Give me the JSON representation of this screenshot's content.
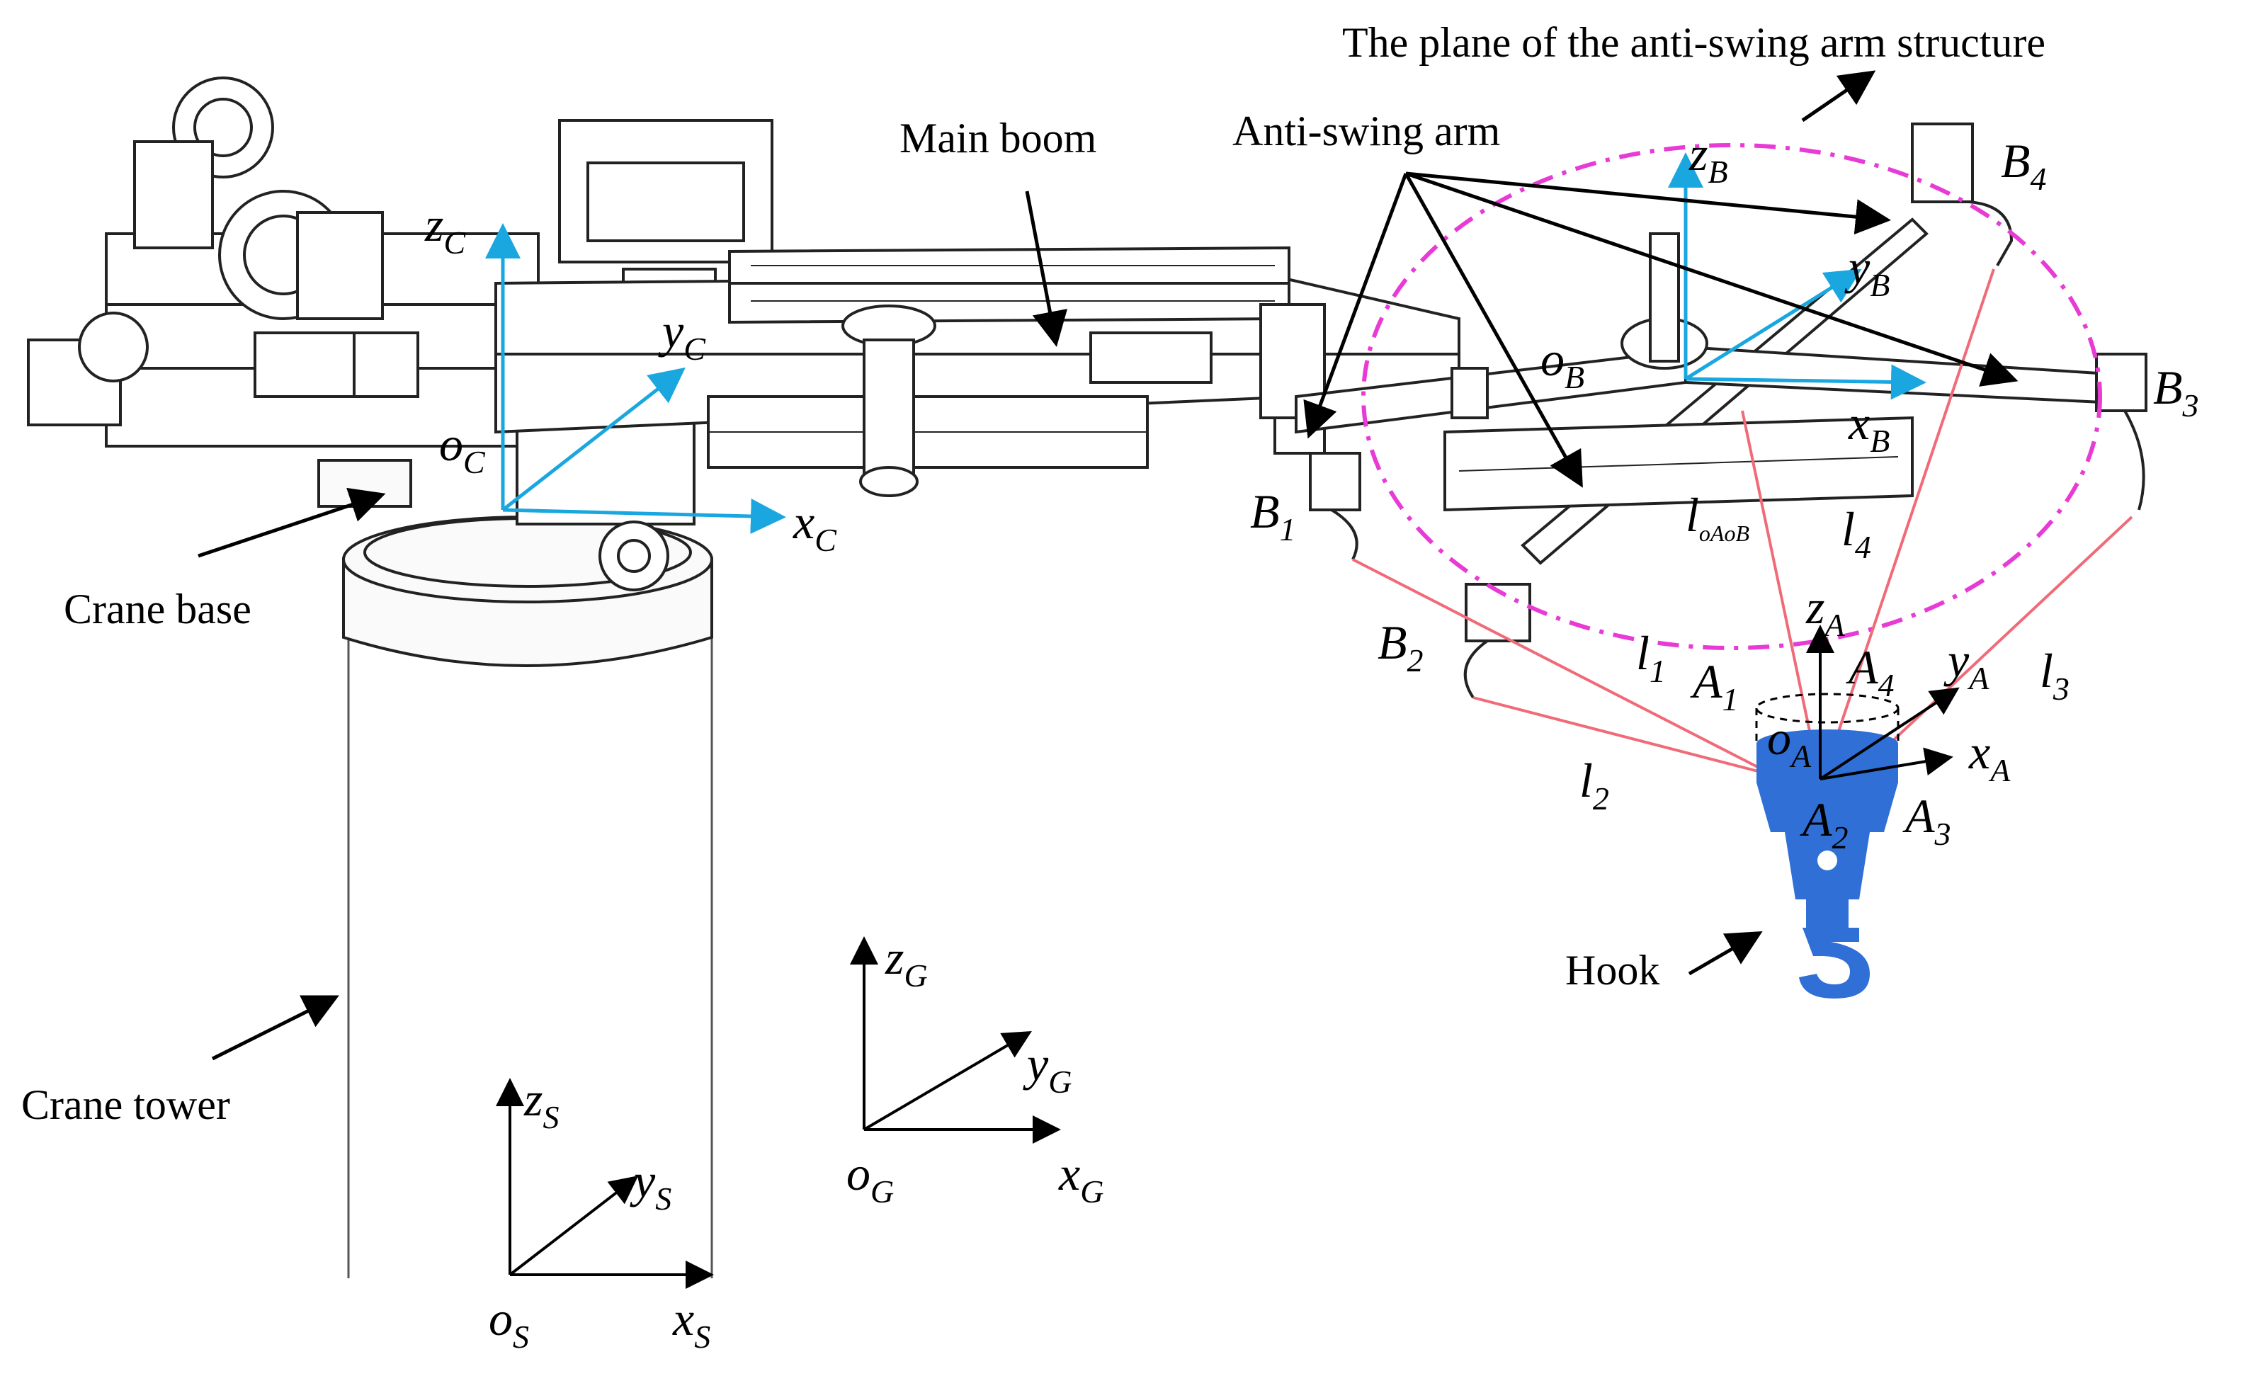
{
  "labels": {
    "plane": "The plane of the anti-swing arm structure",
    "main_boom": "Main boom",
    "anti_swing_arm": "Anti-swing arm",
    "crane_base": "Crane base",
    "crane_tower": "Crane tower",
    "hook": "Hook"
  },
  "frames": {
    "C": {
      "x": "x",
      "y": "y",
      "z": "z",
      "o": "o",
      "sub": "C"
    },
    "B": {
      "x": "x",
      "y": "y",
      "z": "z",
      "o": "o",
      "sub": "B"
    },
    "A": {
      "x": "x",
      "y": "y",
      "z": "z",
      "o": "o",
      "sub": "A"
    },
    "G": {
      "x": "x",
      "y": "y",
      "z": "z",
      "o": "o",
      "sub": "G"
    },
    "S": {
      "x": "x",
      "y": "y",
      "z": "z",
      "o": "o",
      "sub": "S"
    }
  },
  "points": {
    "B1": {
      "main": "B",
      "sub": "1"
    },
    "B2": {
      "main": "B",
      "sub": "2"
    },
    "B3": {
      "main": "B",
      "sub": "3"
    },
    "B4": {
      "main": "B",
      "sub": "4"
    },
    "A1": {
      "main": "A",
      "sub": "1"
    },
    "A2": {
      "main": "A",
      "sub": "2"
    },
    "A3": {
      "main": "A",
      "sub": "3"
    },
    "A4": {
      "main": "A",
      "sub": "4"
    }
  },
  "cables": {
    "l1": {
      "main": "l",
      "sub": "1"
    },
    "l2": {
      "main": "l",
      "sub": "2"
    },
    "l3": {
      "main": "l",
      "sub": "3"
    },
    "l4": {
      "main": "l",
      "sub": "4"
    },
    "loAoB": {
      "main": "l",
      "sub": "oAoB"
    }
  },
  "colors": {
    "frame_axes": "#1aa7e0",
    "cable": "#f06a78",
    "plane_ellipse": "#e83bd6",
    "hook": "#2f6fd6",
    "ink": "#000000"
  }
}
